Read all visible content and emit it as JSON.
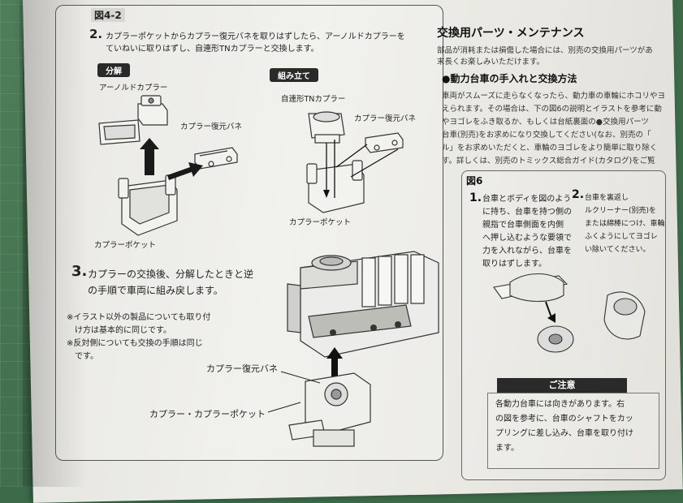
{
  "figure": {
    "label": "図4-2"
  },
  "step2": {
    "number": "2.",
    "line1": "カプラーポケットからカプラー復元バネを取りはずしたら、アーノルドカプラーを",
    "line2": "ていねいに取りはずし、自連形TNカプラーと交換します。"
  },
  "disassemble": {
    "tag": "分解",
    "arnold": "アーノルドカプラー",
    "spring": "カプラー復元バネ",
    "pocket": "カプラーポケット"
  },
  "assemble": {
    "tag": "組み立て",
    "tn": "自連形TNカプラー",
    "spring": "カプラー復元バネ",
    "pocket": "カプラーポケット"
  },
  "step3": {
    "number": "3.",
    "line1": "カプラーの交換後、分解したときと逆",
    "line2": "の手順で車両に組み戻します。"
  },
  "notes": [
    "※イラスト以外の製品についても取り付",
    "け方は基本的に同じです。",
    "※反対側についても交換の手順は同じ",
    "です。"
  ],
  "loco_callouts": {
    "spring": "カプラー復元バネ",
    "pocket": "カプラー・カプラーポケット"
  },
  "right": {
    "title": "交換用パーツ・メンテナンス",
    "intro1": "部品が消耗または損傷した場合には、別売の交換用パーツがあ",
    "intro2": "末長くお楽しみいただけます。",
    "heading": "●動力台車の手入れと交換方法",
    "body1": "車両がスムーズに走らなくなったら、動力車の車輪にホコリやヨ",
    "body2": "えられます。その場合は、下の図6の説明とイラストを参考に動",
    "body3": "やヨゴレをふき取るか、もしくは台紙裏面の●交換用パーツ",
    "body4": "台車(別売)をお求めになり交換してください(なお、別売の「",
    "body5": "ル」をお求めいただくと、車輪のヨゴレをより簡単に取り除く",
    "body6": "す。詳しくは、別売のトミックス総合ガイド(カタログ)をご覧",
    "fig6": "図6",
    "s1num": "1.",
    "s1": [
      "台車とボディを図のよう",
      "に持ち、台車を持つ側の",
      "親指で台車側面を内側",
      "へ押し込むような要領で",
      "力を入れながら、台車を",
      "取りはずします。"
    ],
    "s2num": "2.",
    "s2": [
      "台車を裏返し",
      "ルクリーナー(別売)を",
      "または綿棒につけ、車輪",
      "ふくようにしてヨゴレ",
      "い除いてください。"
    ],
    "caution": "ご注意",
    "caution_lines": [
      "各動力台車には向きがあります。右",
      "の図を参考に、台車のシャフトをカッ",
      "プリングに差し込み、台車を取り付け",
      "ます。"
    ]
  }
}
